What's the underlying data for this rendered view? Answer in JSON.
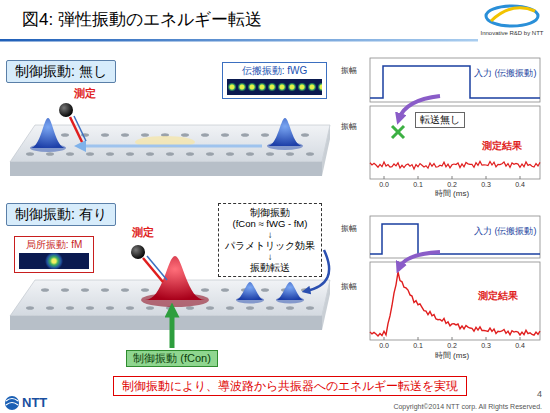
{
  "diagram": {
    "title": "図4: 弾性振動のエネルギー転送",
    "nodes": [
      {
        "text": [
          "制御振動: 無し"
        ]
      },
      {
        "text": [
          "伝搬振動: fWG"
        ]
      },
      {
        "text": [
          "転送無し"
        ]
      },
      {
        "text": [
          "制御振動: 有り"
        ]
      },
      {
        "text": [
          "局所振動: fM"
        ]
      },
      {
        "text": [
          "制御振動",
          "(fCon ≈ fWG - fM)",
          "↓",
          "パラメトリック効果",
          "↓",
          "振動転送"
        ]
      },
      {
        "text": [
          "制御振動 (fCon)"
        ]
      },
      {
        "text": [
          "制御振動により、導波路から共振器へのエネルギー転送を実現"
        ]
      }
    ],
    "labels": [
      "Innovative R&D by NTT",
      "測定",
      "振幅",
      "入力 (伝搬振動)",
      "振幅",
      "測定結果",
      "0.0",
      "0.1",
      "0.2",
      "0.3",
      "0.4",
      "時間 (ms)",
      "測定",
      "振幅",
      "入力 (伝搬振動)",
      "振幅",
      "測定結果",
      "0.0",
      "0.1",
      "0.2",
      "0.3",
      "0.4",
      "時間 (ms)",
      "NTT",
      "Copyright©2014 NTT corp. All Rights Reserved.",
      "4"
    ]
  }
}
